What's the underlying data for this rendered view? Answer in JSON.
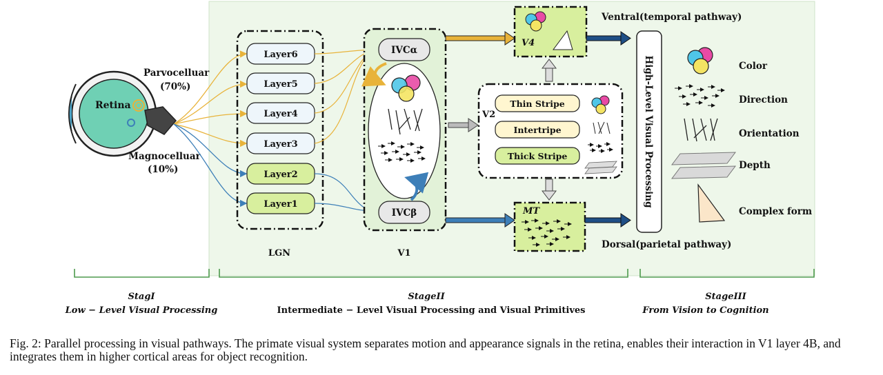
{
  "diagram": {
    "eye": {
      "retina": "Retina"
    },
    "pathways": {
      "parvo_label": "Parvocelluar",
      "parvo_pct": "(70%)",
      "magno_label": "Magnocelluar",
      "magno_pct": "(10%)"
    },
    "lgn": {
      "title": "LGN",
      "layers": [
        "Layer6",
        "Layer5",
        "Layer4",
        "Layer3",
        "Layer2",
        "Layer1"
      ]
    },
    "v1": {
      "title": "V1",
      "ivc_alpha": "IVCα",
      "ivc_beta": "IVCβ"
    },
    "v2": {
      "title": "V2",
      "stripes": [
        "Thin Stripe",
        "Intertripe",
        "Thick Stripe"
      ]
    },
    "v4": {
      "title": "V4"
    },
    "mt": {
      "title": "MT"
    },
    "ventral": "Ventral(temporal pathway)",
    "dorsal": "Dorsal(parietal pathway)",
    "high_level": "High-Level Visual Processing",
    "features": [
      "Color",
      "Direction",
      "Orientation",
      "Depth",
      "Complex form"
    ],
    "stages": [
      {
        "name": "StagI",
        "desc": "Low − Level Visual Processing"
      },
      {
        "name": "StageII",
        "desc": "Intermediate − Level Visual Processing and Visual Primitives"
      },
      {
        "name": "StageIII",
        "desc": "From Vision to Cognition"
      }
    ],
    "colors": {
      "parvo": "#e8b33a",
      "magno": "#3d7fb8",
      "stage_bracket": "#4d9a4d",
      "light_green": "#d8ef9e",
      "pale_blue": "#eef6fb",
      "panel_bg": "#eef7ea"
    }
  },
  "caption": "Fig. 2: Parallel processing in visual pathways. The primate visual system separates motion and appearance signals in the retina, enables their interaction in V1 layer 4B, and integrates them in higher cortical areas for object recognition."
}
